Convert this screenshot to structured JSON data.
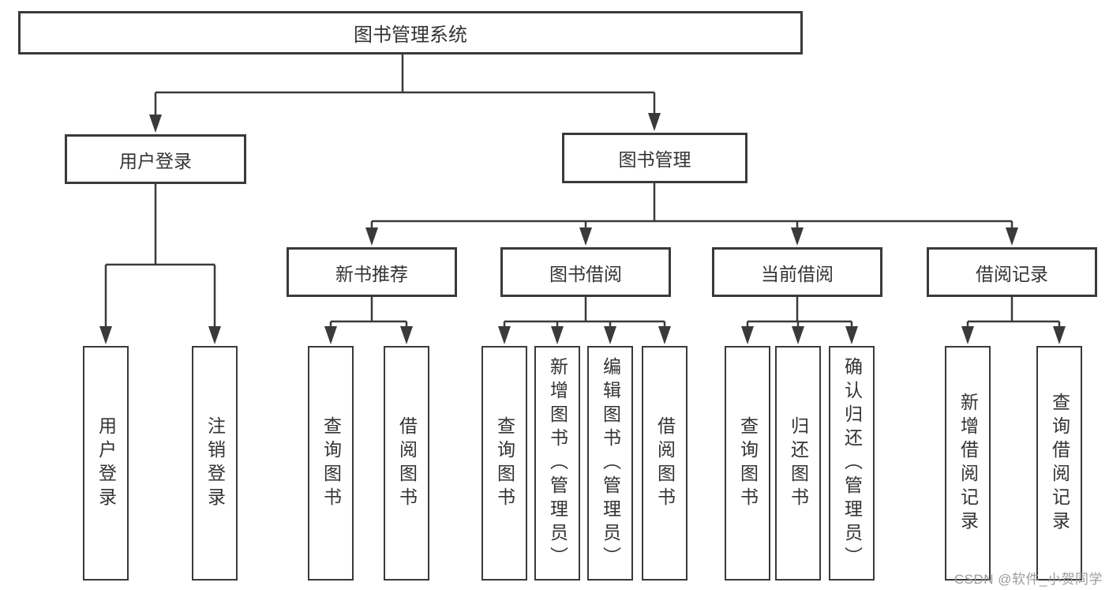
{
  "title": "图书管理系统",
  "level2": [
    {
      "label": "用户登录"
    },
    {
      "label": "图书管理"
    }
  ],
  "level3": [
    {
      "label": "新书推荐"
    },
    {
      "label": "图书借阅"
    },
    {
      "label": "当前借阅"
    },
    {
      "label": "借阅记录"
    }
  ],
  "leaves": [
    {
      "label": "用户登录"
    },
    {
      "label": "注销登录"
    },
    {
      "label": "查询图书"
    },
    {
      "label": "借阅图书"
    },
    {
      "label": "查询图书"
    },
    {
      "label": "新增图书（管理员）"
    },
    {
      "label": "编辑图书（管理员）"
    },
    {
      "label": "借阅图书"
    },
    {
      "label": "查询图书"
    },
    {
      "label": "归还图书"
    },
    {
      "label": "确认归还（管理员）"
    },
    {
      "label": "新增借阅记录"
    },
    {
      "label": "查询借阅记录"
    }
  ],
  "hierarchy": {
    "用户登录": [
      "用户登录",
      "注销登录"
    ],
    "图书管理": [
      "新书推荐",
      "图书借阅",
      "当前借阅",
      "借阅记录"
    ],
    "新书推荐": [
      "查询图书",
      "借阅图书"
    ],
    "图书借阅": [
      "查询图书",
      "新增图书（管理员）",
      "编辑图书（管理员）",
      "借阅图书"
    ],
    "当前借阅": [
      "查询图书",
      "归还图书",
      "确认归还（管理员）"
    ],
    "借阅记录": [
      "新增借阅记录",
      "查询借阅记录"
    ]
  },
  "watermark": "CSDN @软件_小贺同学",
  "colors": {
    "line": "#3a3a3a",
    "text": "#333333",
    "background": "#ffffff",
    "watermark": "#9b9b9b"
  }
}
